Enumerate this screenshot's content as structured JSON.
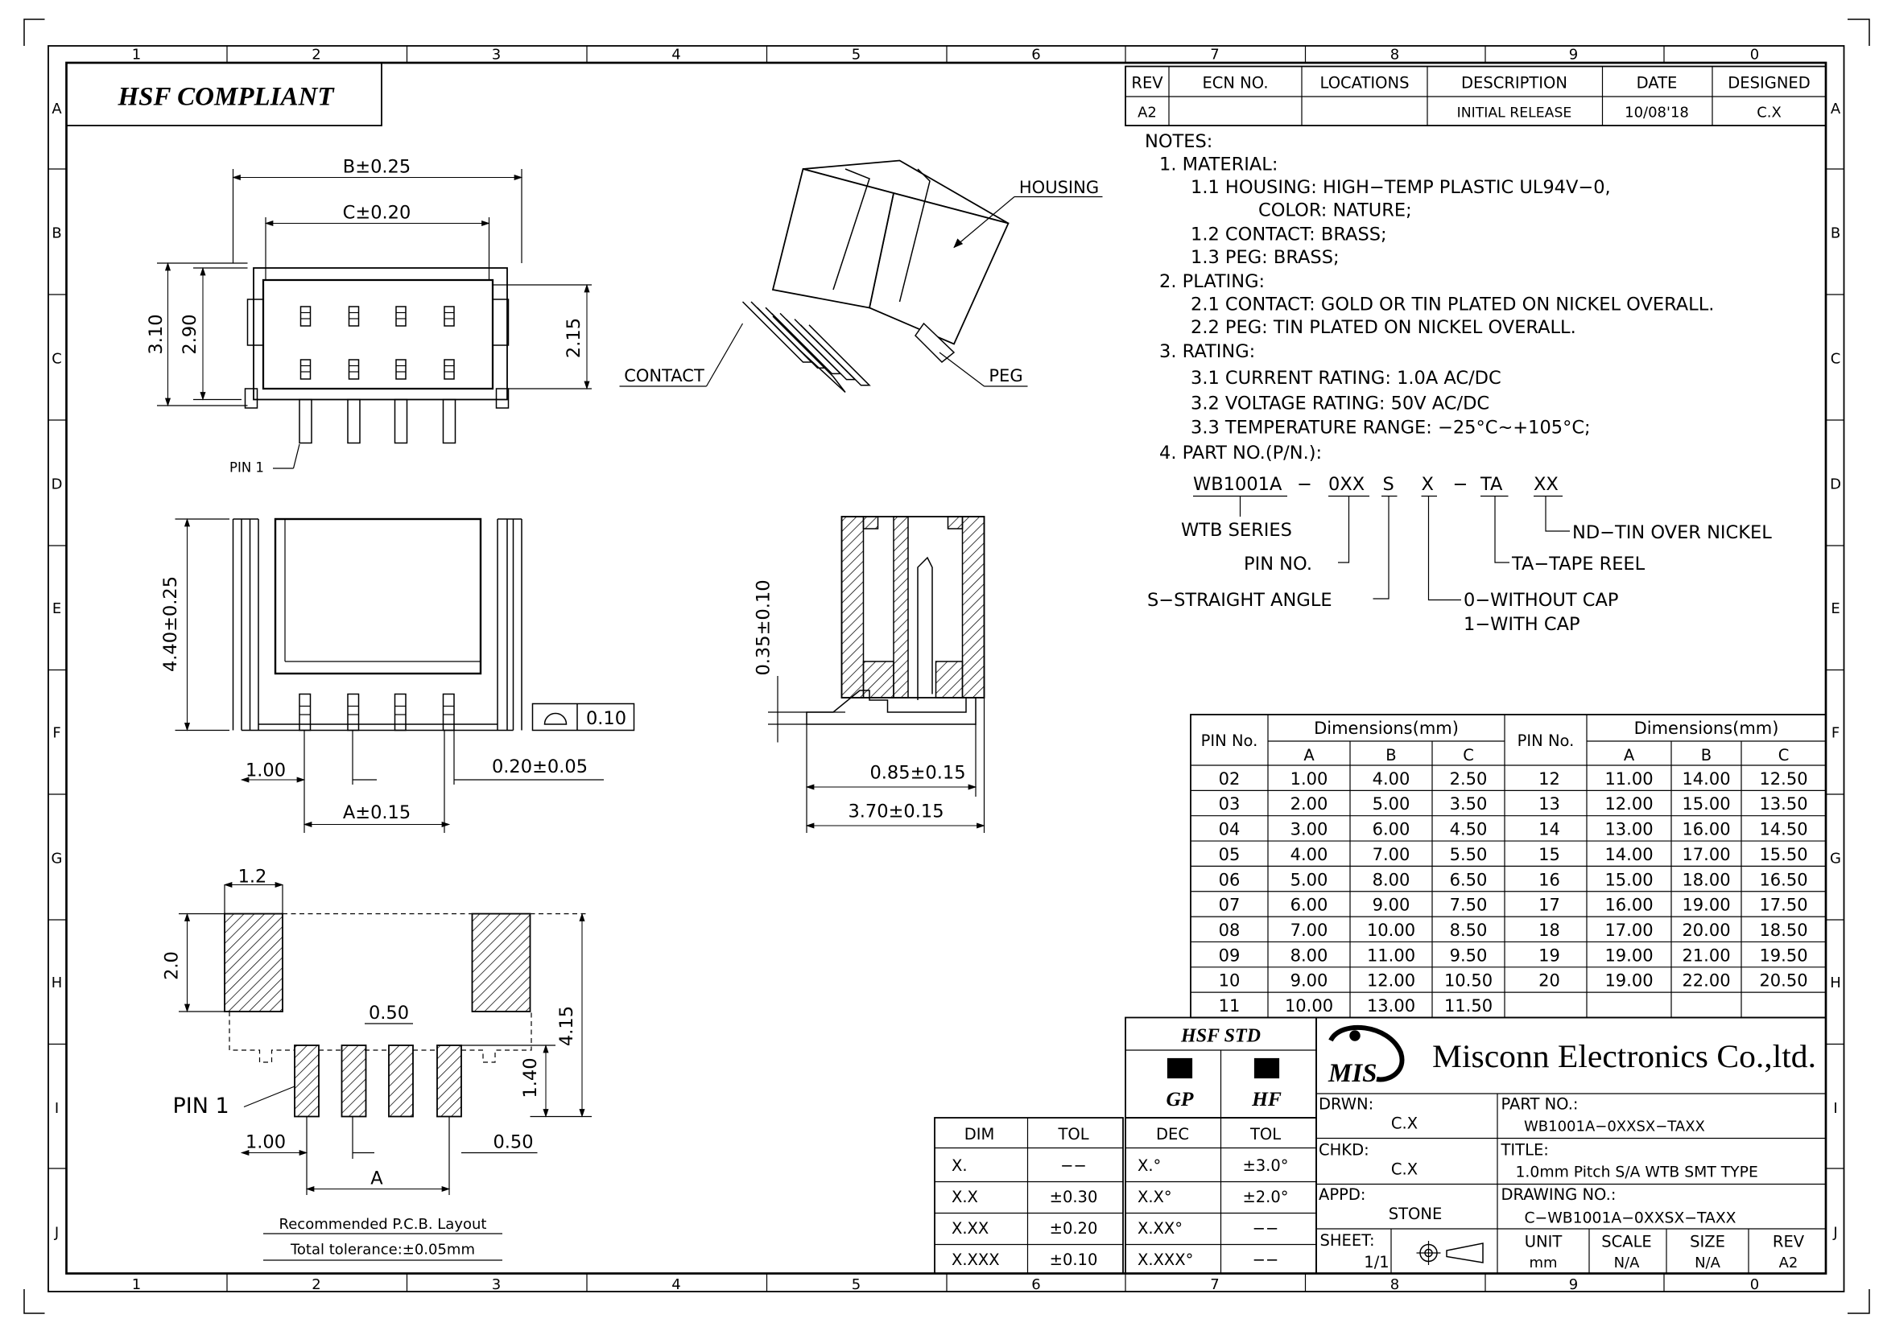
{
  "frame": {
    "columns": [
      "1",
      "2",
      "3",
      "4",
      "5",
      "6",
      "7",
      "8",
      "9",
      "0"
    ],
    "rows": [
      "A",
      "B",
      "C",
      "D",
      "E",
      "F",
      "G",
      "H",
      "I",
      "J"
    ]
  },
  "compliance": "HSF  COMPLIANT",
  "revision_table": {
    "headers": [
      "REV",
      "ECN  NO.",
      "LOCATIONS",
      "DESCRIPTION",
      "DATE",
      "DESIGNED"
    ],
    "rows": [
      [
        "A2",
        "",
        "",
        "INITIAL  RELEASE",
        "10/08'18",
        "C.X"
      ]
    ]
  },
  "notes": {
    "lines": [
      "NOTES:",
      "1.  MATERIAL:",
      "1.1  HOUSING:  HIGH−TEMP  PLASTIC  UL94V−0,",
      "COLOR:  NATURE;",
      "1.2  CONTACT:  BRASS;",
      "1.3  PEG:  BRASS;",
      "2.  PLATING:",
      "2.1  CONTACT:  GOLD  OR  TIN  PLATED  ON  NICKEL  OVERALL.",
      "2.2  PEG:  TIN  PLATED  ON  NICKEL  OVERALL.",
      "3.  RATING:",
      "3.1  CURRENT  RATING:  1.0A  AC/DC",
      "3.2  VOLTAGE  RATING:  50V  AC/DC",
      "3.3  TEMPERATURE  RANGE:  −25°C~+105°C;",
      "4.  PART  NO.(P/N.):"
    ]
  },
  "part_number": {
    "segments": [
      "WB1001A",
      "−",
      "0XX",
      "S",
      "X",
      "−",
      "TA",
      "XX"
    ],
    "legend": {
      "series": "WTB  SERIES",
      "pin_no": "PIN  NO.",
      "angle": "S−STRAIGHT  ANGLE",
      "plating": "ND−TIN  OVER  NICKEL",
      "packing": "TA−TAPE  REEL",
      "cap0": "0−WITHOUT  CAP",
      "cap1": "1−WITH  CAP"
    }
  },
  "dimension_table": {
    "pin_header": "PIN  No.",
    "dim_header": "Dimensions(mm)",
    "sub_headers": [
      "A",
      "B",
      "C"
    ],
    "left_rows": [
      [
        "02",
        "1.00",
        "4.00",
        "2.50"
      ],
      [
        "03",
        "2.00",
        "5.00",
        "3.50"
      ],
      [
        "04",
        "3.00",
        "6.00",
        "4.50"
      ],
      [
        "05",
        "4.00",
        "7.00",
        "5.50"
      ],
      [
        "06",
        "5.00",
        "8.00",
        "6.50"
      ],
      [
        "07",
        "6.00",
        "9.00",
        "7.50"
      ],
      [
        "08",
        "7.00",
        "10.00",
        "8.50"
      ],
      [
        "09",
        "8.00",
        "11.00",
        "9.50"
      ],
      [
        "10",
        "9.00",
        "12.00",
        "10.50"
      ],
      [
        "11",
        "10.00",
        "13.00",
        "11.50"
      ]
    ],
    "right_rows": [
      [
        "12",
        "11.00",
        "14.00",
        "12.50"
      ],
      [
        "13",
        "12.00",
        "15.00",
        "13.50"
      ],
      [
        "14",
        "13.00",
        "16.00",
        "14.50"
      ],
      [
        "15",
        "14.00",
        "17.00",
        "15.50"
      ],
      [
        "16",
        "15.00",
        "18.00",
        "16.50"
      ],
      [
        "17",
        "16.00",
        "19.00",
        "17.50"
      ],
      [
        "18",
        "17.00",
        "20.00",
        "18.50"
      ],
      [
        "19",
        "19.00",
        "21.00",
        "19.50"
      ],
      [
        "20",
        "19.00",
        "22.00",
        "20.50"
      ],
      [
        "",
        "",
        "",
        ""
      ]
    ]
  },
  "views": {
    "top": {
      "b_dim": "B±0.25",
      "c_dim": "C±0.20",
      "h1": "3.10",
      "h2": "2.90",
      "h3": "2.15",
      "pin1": "PIN  1"
    },
    "front": {
      "height": "4.40±0.25",
      "pitch": "1.00",
      "pin_width": "0.20±0.05",
      "a_dim": "A±0.15",
      "flatness": "0.10"
    },
    "section": {
      "offset": "0.35±0.10",
      "d1": "0.85±0.15",
      "d2": "3.70±0.15"
    },
    "iso": {
      "housing": "HOUSING",
      "contact": "CONTACT",
      "peg": "PEG"
    },
    "pcb": {
      "pad_w": "1.2",
      "pad_h": "2.0",
      "gap": "0.50",
      "total_h": "4.15",
      "sig_h": "1.40",
      "pin1": "PIN  1",
      "pitch": "1.00",
      "end_gap": "0.50",
      "a_dim": "A",
      "caption": "Recommended  P.C.B.  Layout",
      "tolerance": "Total  tolerance:±0.05mm"
    }
  },
  "hsf_std": {
    "title": "HSF  STD",
    "marks": [
      "GP",
      "HF"
    ]
  },
  "tolerance_table": {
    "headers": [
      "DIM",
      "TOL",
      "DEC",
      "TOL"
    ],
    "rows": [
      [
        "X.",
        "−−",
        "X.°",
        "±3.0°"
      ],
      [
        "X.X",
        "±0.30",
        "X.X°",
        "±2.0°"
      ],
      [
        "X.XX",
        "±0.20",
        "X.XX°",
        "−−"
      ],
      [
        "X.XXX",
        "±0.10",
        "X.XXX°",
        "−−"
      ]
    ]
  },
  "title_block": {
    "logo": "MIS",
    "company": "Misconn Electronics Co.,ltd.",
    "drawn_label": "DRWN:",
    "drawn": "C.X",
    "checked_label": "CHKD:",
    "checked": "C.X",
    "approved_label": "APPD:",
    "approved": "STONE",
    "part_label": "PART  NO.:",
    "part_no": "WB1001A−0XXSX−TAXX",
    "title_label": "TITLE:",
    "title": "1.0mm  Pitch  S/A  WTB  SMT  TYPE",
    "drawing_label": "DRAWING  NO.:",
    "drawing_no": "C−WB1001A−0XXSX−TAXX",
    "sheet_label": "SHEET:",
    "sheet": "1/1",
    "unit_label": "UNIT",
    "unit": "mm",
    "scale_label": "SCALE",
    "scale": "N/A",
    "size_label": "SIZE",
    "size": "N/A",
    "rev_label": "REV",
    "rev": "A2"
  }
}
